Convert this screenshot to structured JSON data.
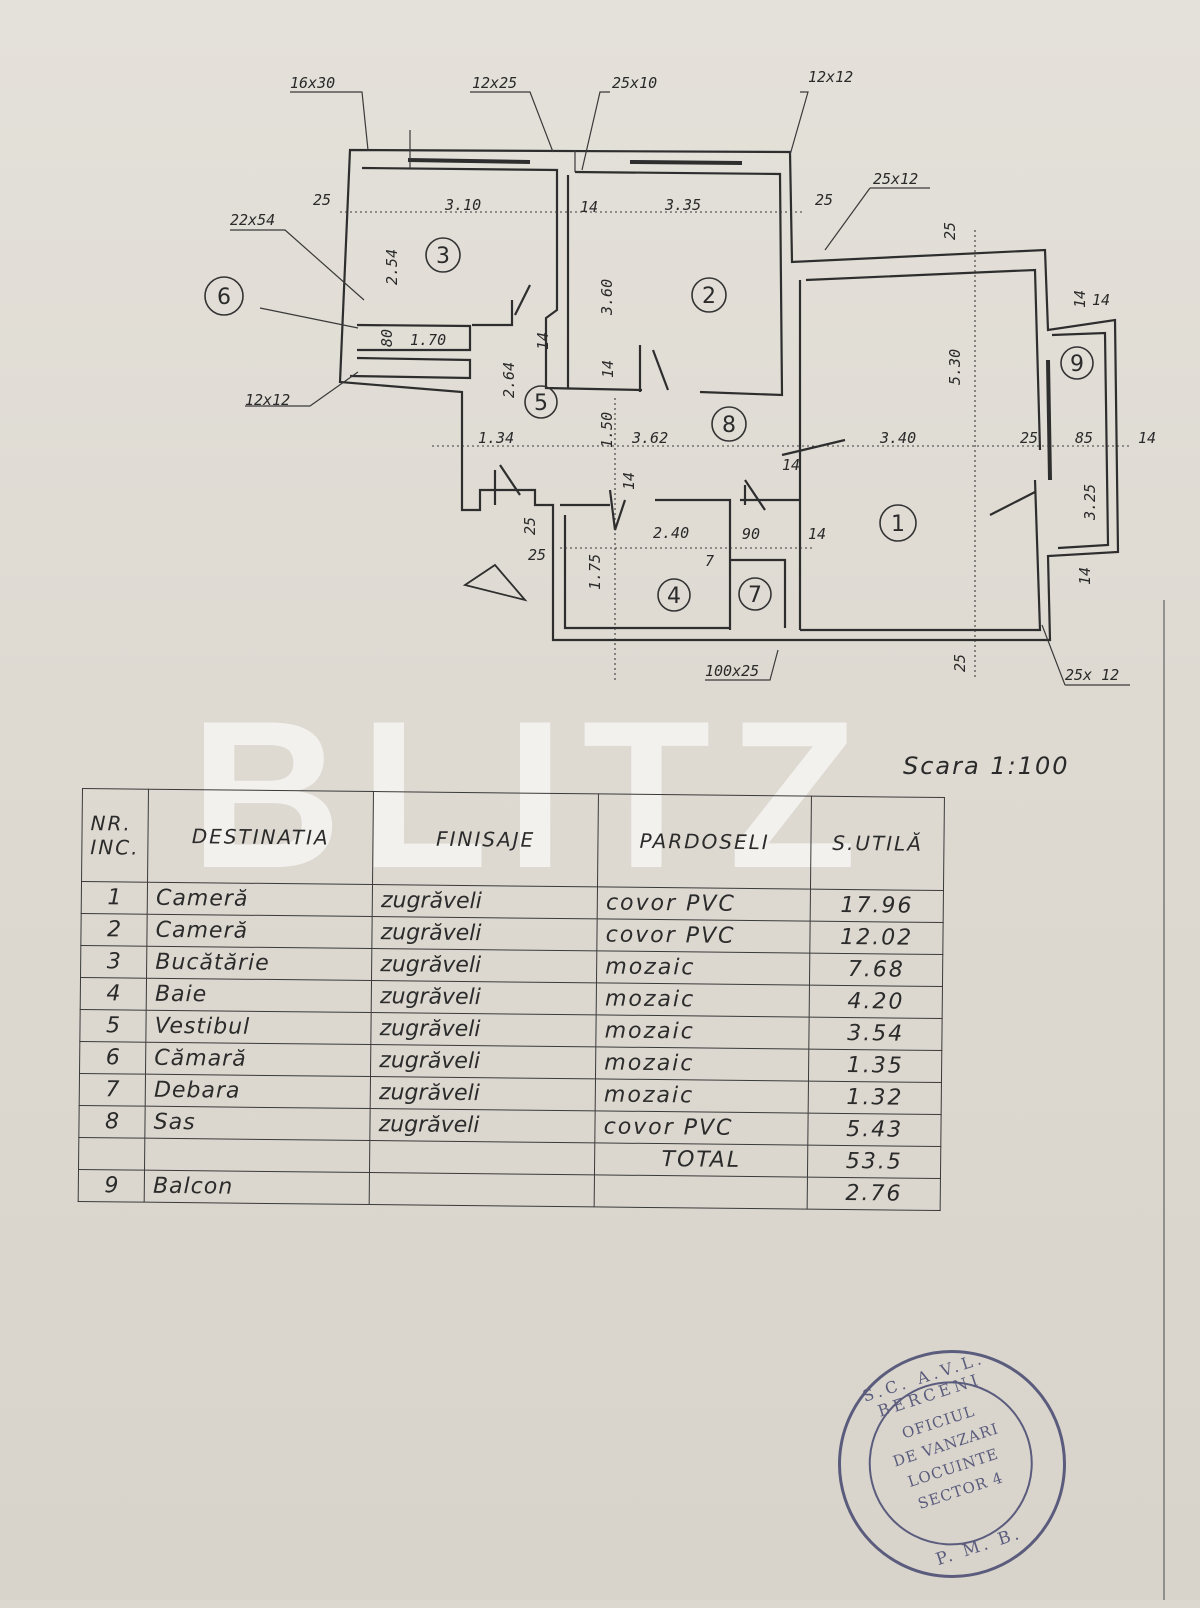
{
  "plan": {
    "dimensions": {
      "d_16x30": "16x30",
      "d_12x25": "12x25",
      "d_25x10": "25x10",
      "d_12x12_top": "12x12",
      "d_25x12_top": "25x12",
      "d_22x54": "22x54",
      "d_25_a": "25",
      "d_3_10": "3.10",
      "d_14_a": "14",
      "d_3_35": "3.35",
      "d_25_b": "25",
      "d_25_c": "25",
      "d_2_54": "2.54",
      "d_3_60": "3.60",
      "d_5_30": "5.30",
      "d_14_b": "14",
      "d_80": "80",
      "d_1_70": "1.70",
      "d_14_c": "14",
      "d_2_64": "2.64",
      "d_14_d": "14",
      "d_12x12_left": "12x12",
      "d_1_34": "1.34",
      "d_1_50": "1.50",
      "d_3_62": "3.62",
      "d_3_40": "3.40",
      "d_25_d": "25",
      "d_85": "85",
      "d_14_e": "14",
      "d_14_f": "14",
      "d_14_g": "14",
      "d_3_25": "3.25",
      "d_25_e": "25",
      "d_25_f": "25",
      "d_2_40": "2.40",
      "d_90": "90",
      "d_14_h": "14",
      "d_7": "7",
      "d_1_75": "1.75",
      "d_14_i": "14",
      "d_100x25": "100x25",
      "d_25_g": "25",
      "d_25x12_bottom": "25x 12",
      "d_14_j": "14"
    },
    "room_markers": [
      "1",
      "2",
      "3",
      "4",
      "5",
      "6",
      "7",
      "8",
      "9"
    ]
  },
  "scale_text": "Scara 1:100",
  "watermark": "BLITZ",
  "table": {
    "headers": {
      "nr": "NR.\nINC.",
      "destinatia": "DESTINATIA",
      "finisaje": "FINISAJE",
      "pardoseli": "PARDOSELI",
      "s_utila": "S.UTILĂ"
    },
    "rows": [
      {
        "nr": "1",
        "destinatia": "Cameră",
        "finisaje": "zugrăveli",
        "pardoseli": "covor PVC",
        "s_utila": "17.96"
      },
      {
        "nr": "2",
        "destinatia": "Cameră",
        "finisaje": "zugrăveli",
        "pardoseli": "covor PVC",
        "s_utila": "12.02"
      },
      {
        "nr": "3",
        "destinatia": "Bucătărie",
        "finisaje": "zugrăveli",
        "pardoseli": "mozaic",
        "s_utila": "7.68"
      },
      {
        "nr": "4",
        "destinatia": "Baie",
        "finisaje": "zugrăveli",
        "pardoseli": "mozaic",
        "s_utila": "4.20"
      },
      {
        "nr": "5",
        "destinatia": "Vestibul",
        "finisaje": "zugrăveli",
        "pardoseli": "mozaic",
        "s_utila": "3.54"
      },
      {
        "nr": "6",
        "destinatia": "Cămară",
        "finisaje": "zugrăveli",
        "pardoseli": "mozaic",
        "s_utila": "1.35"
      },
      {
        "nr": "7",
        "destinatia": "Debara",
        "finisaje": "zugrăveli",
        "pardoseli": "mozaic",
        "s_utila": "1.32"
      },
      {
        "nr": "8",
        "destinatia": "Sas",
        "finisaje": "zugrăveli",
        "pardoseli": "covor PVC",
        "s_utila": "5.43"
      }
    ],
    "total_label": "TOTAL",
    "total_value": "53.5",
    "balcon": {
      "nr": "9",
      "destinatia": "Balcon",
      "s_utila": "2.76"
    }
  },
  "stamp": {
    "top": "S.C. A.V.L. BERCENI",
    "line1": "OFICIUL",
    "line2": "DE VANZARI",
    "line3": "LOCUINTE",
    "line4": "SECTOR 4",
    "bottom": "P. M. B."
  },
  "colors": {
    "ink": "#2b2b2b",
    "stamp": "#3c3f6a",
    "paper": "#e0ddd5"
  }
}
